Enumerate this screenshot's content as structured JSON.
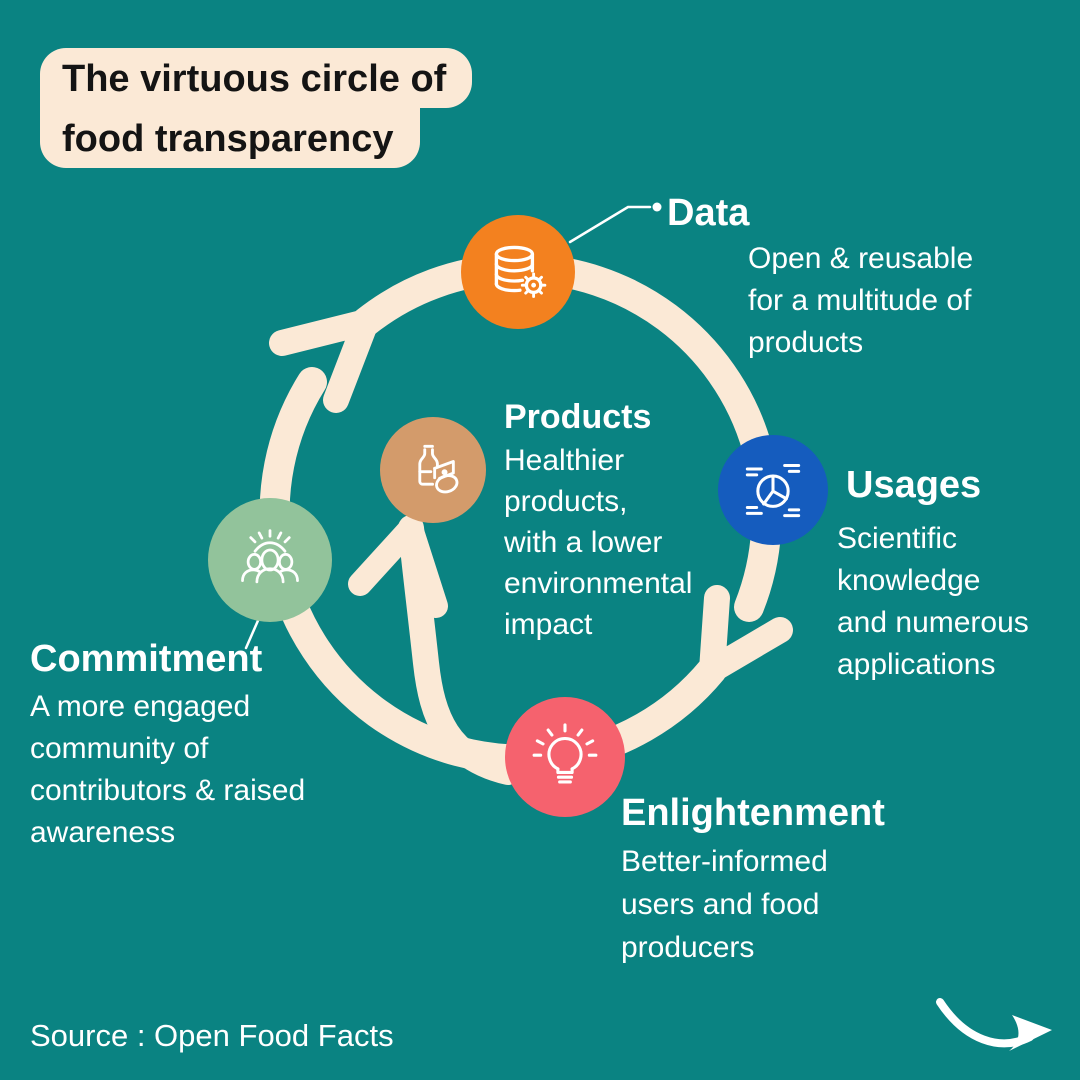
{
  "palette": {
    "background_teal": "#0a8382",
    "cream": "#fbe9d6",
    "title_text": "#141414",
    "body_text": "#ffffff",
    "data_orange": "#f3811f",
    "usages_blue": "#155cbe",
    "products_tan": "#d39b6b",
    "commitment_green": "#92c39b",
    "enlightenment_pink": "#f5626e"
  },
  "title": {
    "line1": "The virtuous circle of",
    "line2": "food transparency"
  },
  "nodes": [
    {
      "id": "data",
      "label": "Data",
      "icon": "database-gear-icon",
      "color": "#f3811f",
      "description": [
        "Open & reusable",
        "for a multitude of",
        "products"
      ]
    },
    {
      "id": "products",
      "label": "Products",
      "icon": "food-products-icon",
      "color": "#d39b6b",
      "description": [
        "Healthier",
        "products,",
        "with a lower",
        "environmental",
        "impact"
      ]
    },
    {
      "id": "usages",
      "label": "Usages",
      "icon": "pie-chart-icon",
      "color": "#155cbe",
      "description": [
        "Scientific",
        "knowledge",
        "and numerous",
        "applications"
      ]
    },
    {
      "id": "commitment",
      "label": "Commitment",
      "icon": "community-icon",
      "color": "#92c39b",
      "description": [
        "A more engaged",
        "community of",
        "contributors & raised",
        "awareness"
      ]
    },
    {
      "id": "enlightenment",
      "label": "Enlightenment",
      "icon": "lightbulb-icon",
      "color": "#f5626e",
      "description": [
        "Better-informed",
        "users and food",
        "producers"
      ]
    }
  ],
  "source": {
    "label": "Source : Open Food Facts"
  }
}
